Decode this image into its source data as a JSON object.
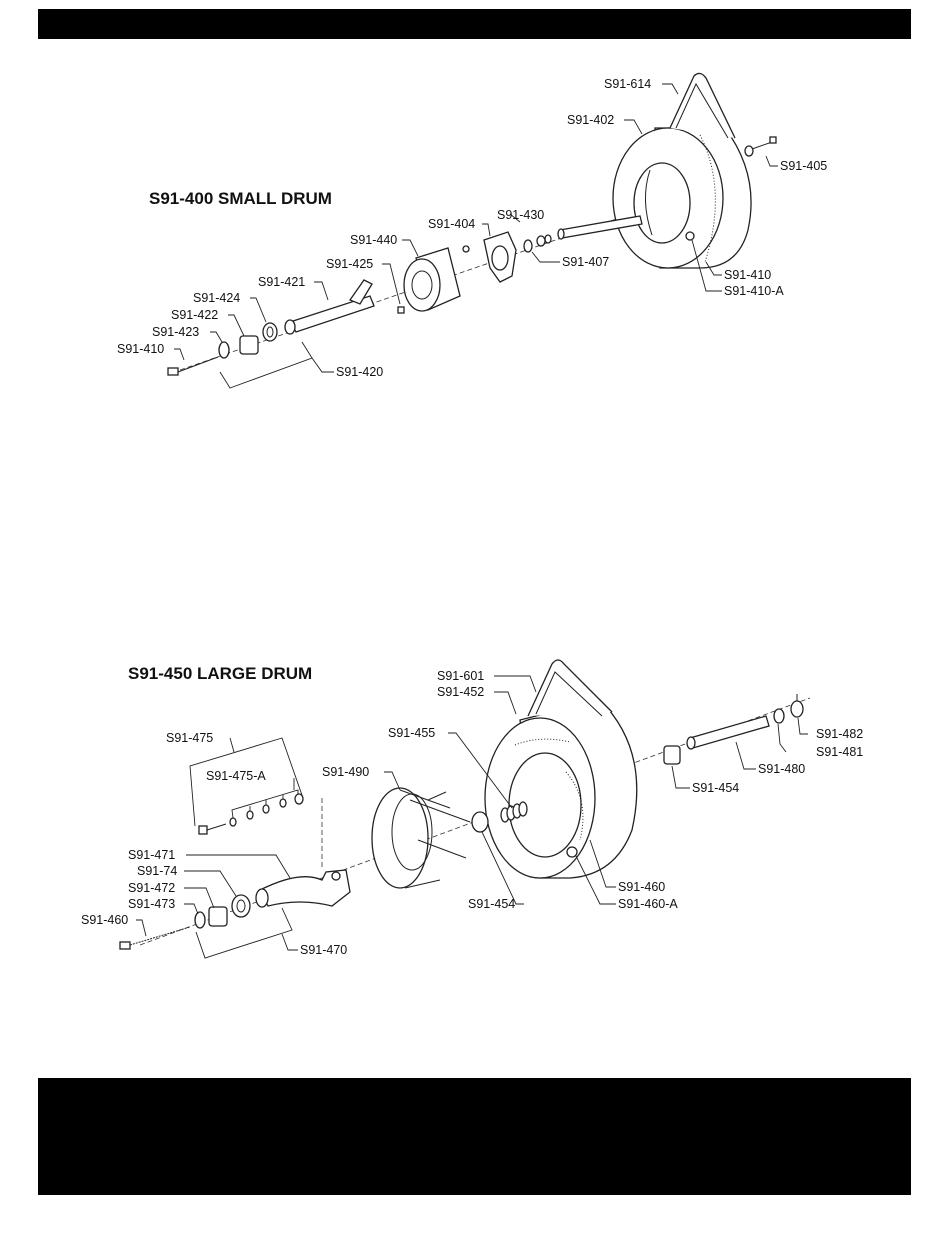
{
  "small_drum": {
    "title": "S91-400 SMALL DRUM",
    "labels": {
      "p614": "S91-614",
      "p402": "S91-402",
      "p405": "S91-405",
      "p430": "S91-430",
      "p404": "S91-404",
      "p440": "S91-440",
      "p407": "S91-407",
      "p425": "S91-425",
      "p421": "S91-421",
      "p424": "S91-424",
      "p422": "S91-422",
      "p423": "S91-423",
      "p410_left": "S91-410",
      "p420": "S91-420",
      "p410": "S91-410",
      "p410a": "S91-410-A"
    }
  },
  "large_drum": {
    "title": "S91-450 LARGE DRUM",
    "labels": {
      "p601": "S91-601",
      "p452": "S91-452",
      "p455": "S91-455",
      "p482": "S91-482",
      "p481": "S91-481",
      "p480": "S91-480",
      "p454_right": "S91-454",
      "p475": "S91-475",
      "p475a": "S91-475-A",
      "p490": "S91-490",
      "p471": "S91-471",
      "p74": "S91-74",
      "p472": "S91-472",
      "p473": "S91-473",
      "p460_left": "S91-460",
      "p470": "S91-470",
      "p454": "S91-454",
      "p460": "S91-460",
      "p460a": "S91-460-A"
    }
  }
}
